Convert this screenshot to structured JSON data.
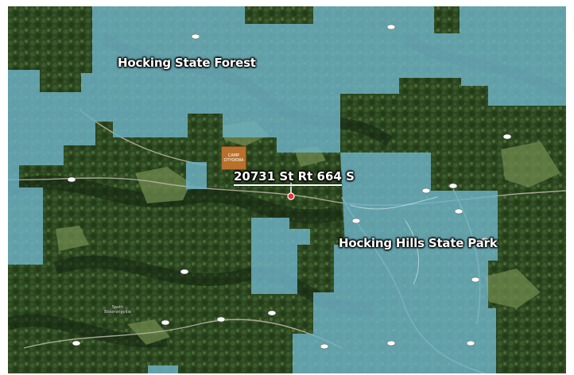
{
  "map": {
    "colors": {
      "forest_dark": "#26401c",
      "forest_mid": "#3a5a2a",
      "field_light": "#6f8a4e",
      "public_land": "#6fb4c8",
      "camp_box": "#b8702a",
      "marker": "#e8343a"
    },
    "labels": {
      "hocking_state_forest": "Hocking State Forest",
      "hocking_hills_state_park": "Hocking Hills State Park",
      "address": "20731 St Rt 664 S"
    },
    "camp": {
      "line1": "CAMP",
      "line2": "OTYOKWA"
    },
    "town": {
      "line1": "South",
      "line2": "Bloomingville"
    },
    "marker_icon": "location-pin-icon"
  }
}
